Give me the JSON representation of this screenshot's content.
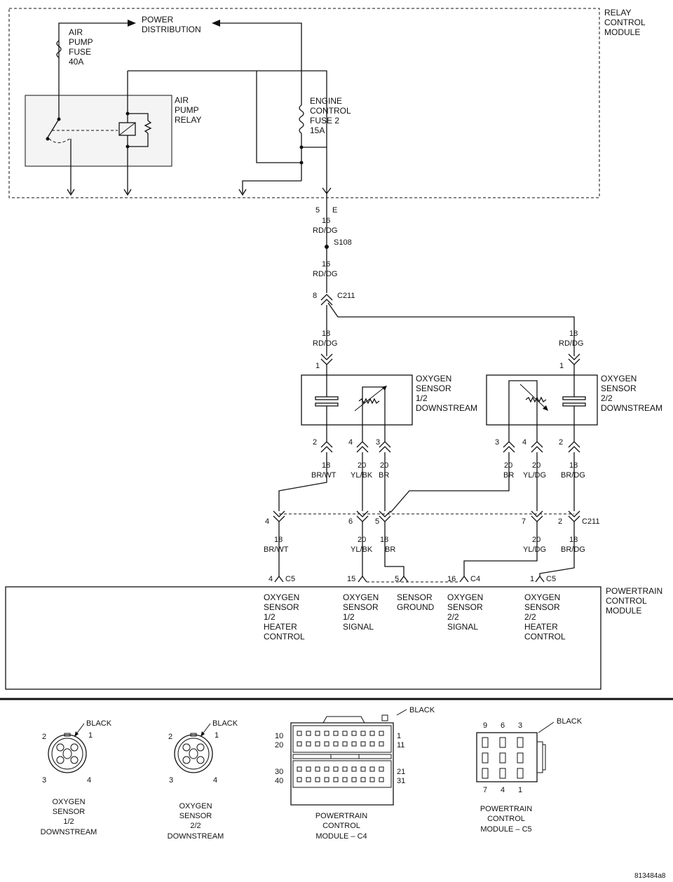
{
  "relay_module": {
    "label": [
      "RELAY",
      "CONTROL",
      "MODULE"
    ],
    "power_distribution": [
      "POWER",
      "DISTRIBUTION"
    ],
    "air_pump_fuse": [
      "AIR",
      "PUMP",
      "FUSE",
      "40A"
    ],
    "air_pump_relay": [
      "AIR",
      "PUMP",
      "RELAY"
    ],
    "engine_control_fuse": [
      "ENGINE",
      "CONTROL",
      "FUSE 2",
      "15A"
    ]
  },
  "main_feed": {
    "connector_pin": "5",
    "connector_name": "E",
    "wire1_gauge": "16",
    "wire1_color": "RD/DG",
    "splice": "S108",
    "wire2_gauge": "16",
    "wire2_color": "RD/DG",
    "c211_pin": "8",
    "c211_name": "C211"
  },
  "feeds_to_sensors": {
    "left_gauge": "18",
    "left_color": "RD/DG",
    "left_pin": "1",
    "right_gauge": "18",
    "right_color": "RD/DG",
    "right_pin": "1"
  },
  "sensor_1_2": {
    "label": [
      "OXYGEN",
      "SENSOR",
      "1/2",
      "DOWNSTREAM"
    ],
    "pins": [
      "2",
      "4",
      "3"
    ],
    "wire_gauges": [
      "18",
      "20",
      "20"
    ],
    "wire_colors": [
      "BR/WT",
      "YL/BK",
      "BR"
    ]
  },
  "sensor_2_2": {
    "label": [
      "OXYGEN",
      "SENSOR",
      "2/2",
      "DOWNSTREAM"
    ],
    "pins": [
      "3",
      "4",
      "2"
    ],
    "wire_gauges": [
      "20",
      "20",
      "18"
    ],
    "wire_colors": [
      "BR",
      "YL/DG",
      "BR/DG"
    ]
  },
  "c211_lower": {
    "name": "C211",
    "pins": [
      "4",
      "6",
      "5",
      "7",
      "2"
    ]
  },
  "pcm_wires": {
    "gauges": [
      "18",
      "20",
      "18",
      "20",
      "18"
    ],
    "colors": [
      "BR/WT",
      "YL/BK",
      "BR",
      "YL/DG",
      "BR/DG"
    ]
  },
  "pcm_connectors": [
    {
      "pin": "4",
      "name": "C5"
    },
    {
      "pin": "15",
      "name": ""
    },
    {
      "pin": "5",
      "name": ""
    },
    {
      "pin": "16",
      "name": "C4"
    },
    {
      "pin": "1",
      "name": "C5"
    }
  ],
  "pcm": {
    "label": [
      "POWERTRAIN",
      "CONTROL",
      "MODULE"
    ],
    "functions": [
      [
        "OXYGEN",
        "SENSOR",
        "1/2",
        "HEATER",
        "CONTROL"
      ],
      [
        "OXYGEN",
        "SENSOR",
        "1/2",
        "SIGNAL"
      ],
      [
        "SENSOR",
        "GROUND"
      ],
      [
        "OXYGEN",
        "SENSOR",
        "2/2",
        "SIGNAL"
      ],
      [
        "OXYGEN",
        "SENSOR",
        "2/2",
        "HEATER",
        "CONTROL"
      ]
    ]
  },
  "connector_views": [
    {
      "color": "BLACK",
      "pins": [
        "2",
        "1",
        "3",
        "4"
      ],
      "label": [
        "OXYGEN",
        "SENSOR",
        "1/2",
        "DOWNSTREAM"
      ]
    },
    {
      "color": "BLACK",
      "pins": [
        "2",
        "1",
        "3",
        "4"
      ],
      "label": [
        "OXYGEN",
        "SENSOR",
        "2/2",
        "DOWNSTREAM"
      ]
    },
    {
      "color": "BLACK",
      "pins": [
        "10",
        "20",
        "30",
        "40",
        "1",
        "11",
        "21",
        "31"
      ],
      "label": [
        "POWERTRAIN",
        "CONTROL",
        "MODULE – C4"
      ]
    },
    {
      "color": "BLACK",
      "pins": [
        "9",
        "6",
        "3",
        "7",
        "4",
        "1"
      ],
      "label": [
        "POWERTRAIN",
        "CONTROL",
        "MODULE – C5"
      ]
    }
  ],
  "figure_id": "813484a8"
}
